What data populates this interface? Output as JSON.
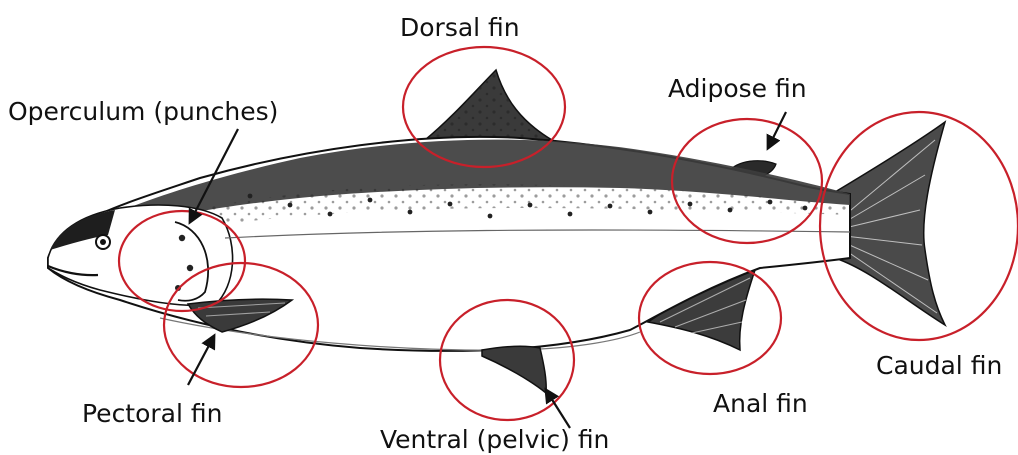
{
  "labels": {
    "dorsal": "Dorsal fin",
    "adipose": "Adipose fin",
    "operculum": "Operculum (punches)",
    "caudal": "Caudal fin",
    "anal": "Anal fin",
    "pectoral": "Pectoral fin",
    "ventral": "Ventral (pelvic) fin"
  },
  "colors": {
    "ring": "#c8202a",
    "ink": "#111111",
    "body": "#ffffff"
  }
}
